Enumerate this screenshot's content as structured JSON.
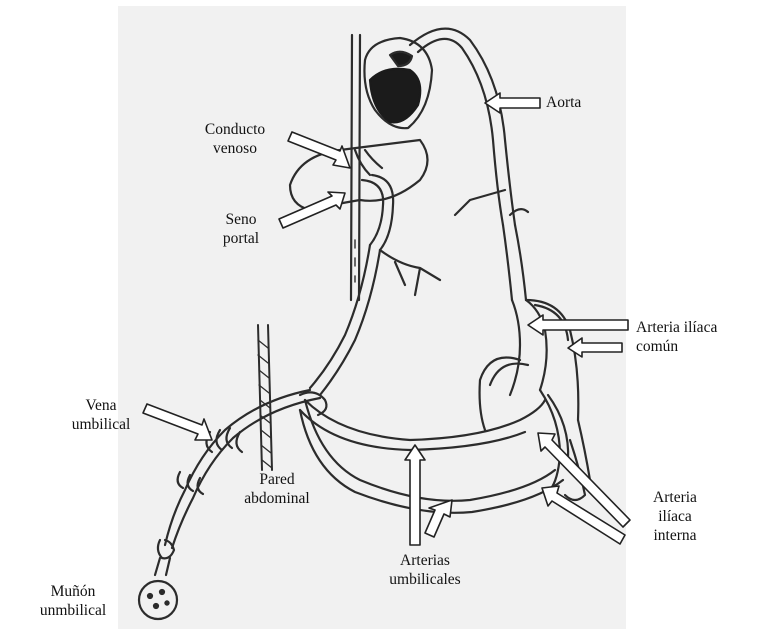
{
  "labels": {
    "aorta": "Aorta",
    "conducto": [
      "Conducto",
      "venoso"
    ],
    "seno": [
      "Seno",
      "portal"
    ],
    "iliaca_comun": [
      "Arteria ilíaca",
      "común"
    ],
    "vena_umbilical": [
      "Vena",
      "umbilical"
    ],
    "pared": [
      "Pared",
      "abdominal"
    ],
    "arterias_umbilicales": [
      "Arterias",
      "umbilicales"
    ],
    "iliaca_interna": [
      "Arteria",
      "ilíaca",
      "interna"
    ],
    "munon": [
      "Muñón",
      "unmbilical"
    ]
  },
  "colors": {
    "paper": "#f1f1f1",
    "ink": "#2c2c2c",
    "heart": "#1b1b1b",
    "arrow_fill": "#ffffff"
  }
}
